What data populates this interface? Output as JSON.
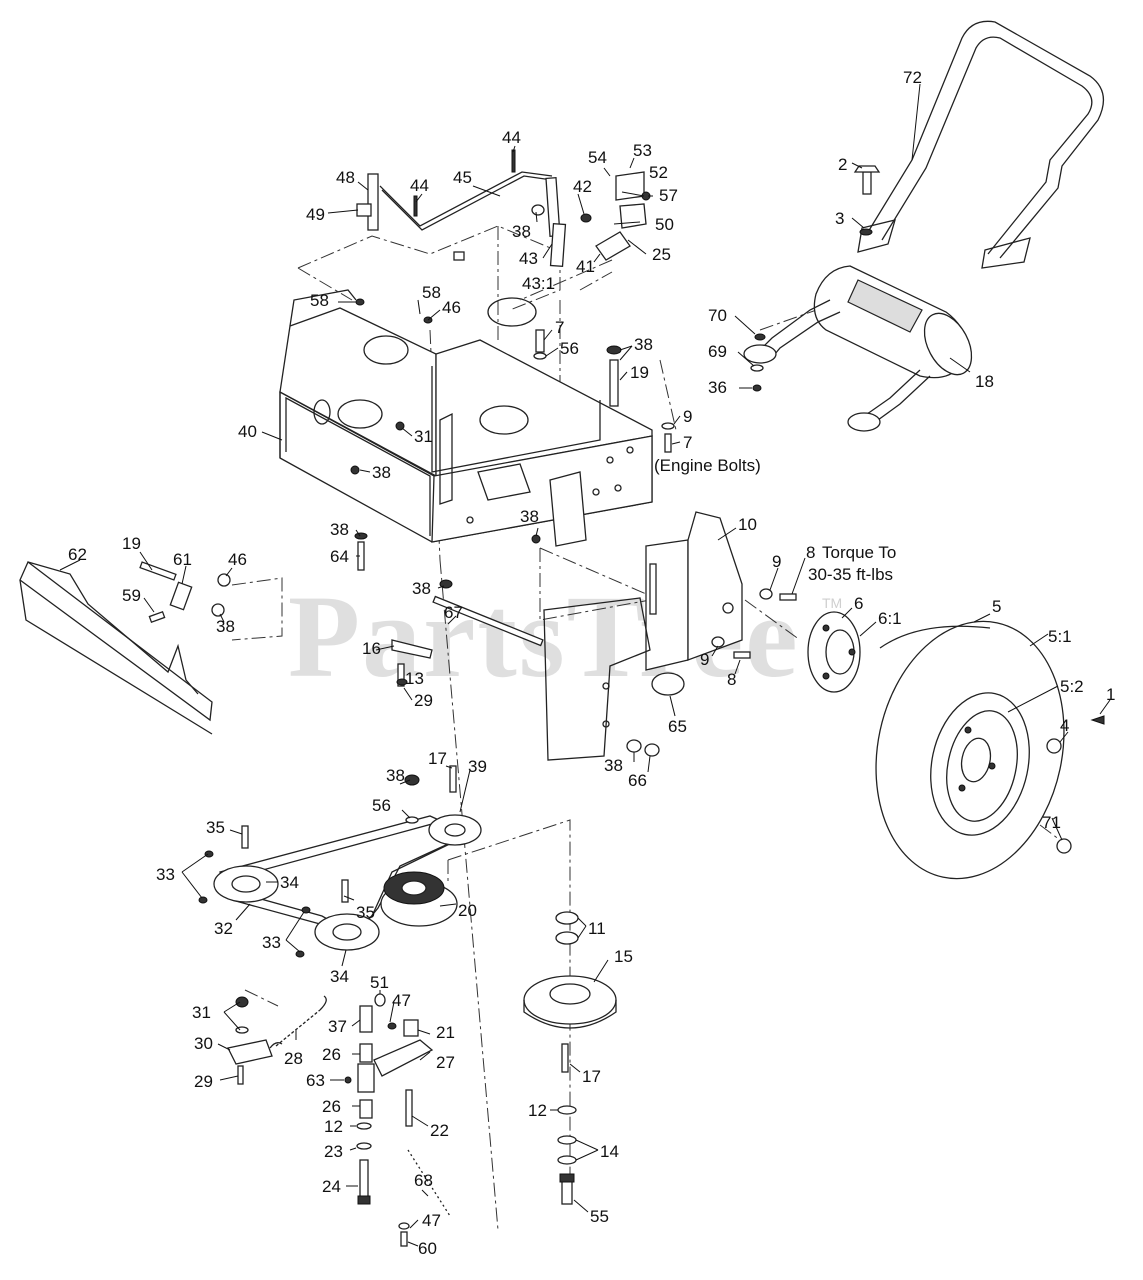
{
  "watermark": {
    "text": "PartsTree",
    "tm": "TM"
  },
  "notes": {
    "engine_bolts": "(Engine Bolts)",
    "torque_line1": "Torque To",
    "torque_line2": "30-35 ft-lbs"
  },
  "callouts": {
    "c72": "72",
    "c2": "2",
    "c3": "3",
    "c18": "18",
    "c70": "70",
    "c69": "69",
    "c36": "36",
    "c44a": "44",
    "c44b": "44",
    "c45": "45",
    "c48": "48",
    "c49": "49",
    "c54": "54",
    "c53": "53",
    "c52": "52",
    "c57": "57",
    "c42": "42",
    "c50": "50",
    "c38a": "38",
    "c43": "43",
    "c41": "41",
    "c25": "25",
    "c43_1": "43:1",
    "c58a": "58",
    "c58b": "58",
    "c46a": "46",
    "c7a": "7",
    "c56a": "56",
    "c38b": "38",
    "c19a": "19",
    "c9a": "9",
    "c7b": "7",
    "c40": "40",
    "c31a": "31",
    "c38c": "38",
    "c10": "10",
    "c8a": "8",
    "c9b": "9",
    "c6": "6",
    "c6_1": "6:1",
    "c5": "5",
    "c5_1": "5:1",
    "c5_2": "5:2",
    "c1": "1",
    "c4": "4",
    "c71": "71",
    "c9c": "9",
    "c8b": "8",
    "c65": "65",
    "c38d": "38",
    "c66": "66",
    "c38e": "38",
    "c64": "64",
    "c38f": "38",
    "c38g": "38",
    "c62": "62",
    "c19b": "19",
    "c61": "61",
    "c46b": "46",
    "c59": "59",
    "c38h": "38",
    "c67": "67",
    "c16": "16",
    "c13": "13",
    "c29a": "29",
    "c38i": "38",
    "c17a": "17",
    "c56b": "56",
    "c39": "39",
    "c35a": "35",
    "c33a": "33",
    "c34a": "34",
    "c32": "32",
    "c35b": "35",
    "c20": "20",
    "c33b": "33",
    "c34b": "34",
    "c11": "11",
    "c15": "15",
    "c31b": "31",
    "c30": "30",
    "c28": "28",
    "c29b": "29",
    "c51": "51",
    "c47a": "47",
    "c37": "37",
    "c21": "21",
    "c26a": "26",
    "c27": "27",
    "c63": "63",
    "c26b": "26",
    "c12a": "12",
    "c23": "23",
    "c24": "24",
    "c22": "22",
    "c68": "68",
    "c47b": "47",
    "c60": "60",
    "c17b": "17",
    "c12b": "12",
    "c14": "14",
    "c55": "55"
  }
}
